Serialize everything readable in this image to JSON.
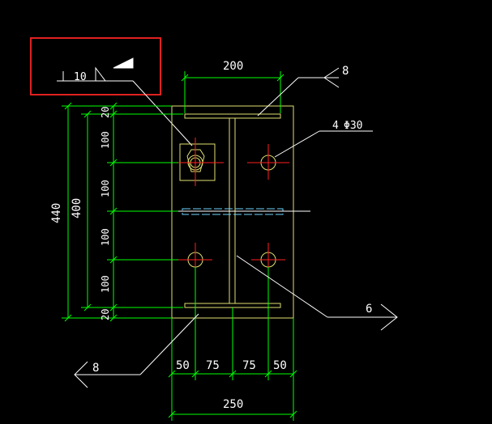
{
  "dimensions": {
    "top_width": "200",
    "bottom_total": "250",
    "bottom_segments": [
      "50",
      "75",
      "75",
      "50"
    ],
    "overall_height": "440",
    "inner_height": "400",
    "vertical_segments": [
      "20",
      "100",
      "100",
      "100",
      "100",
      "20"
    ]
  },
  "annotations": {
    "weld_top_right": "8",
    "weld_bottom_left": "8",
    "weld_right": "6",
    "bolt_holes": "4",
    "bolt_diameter": "Φ30",
    "legend_weld_size": "10"
  },
  "colors": {
    "background": "#000000",
    "outline": "#e0e070",
    "dimension": "#00ff00",
    "centerline": "#ff2020",
    "leader": "#ffffff",
    "highlight_box": "#e02020",
    "stiffener": "#6fd3ff"
  }
}
